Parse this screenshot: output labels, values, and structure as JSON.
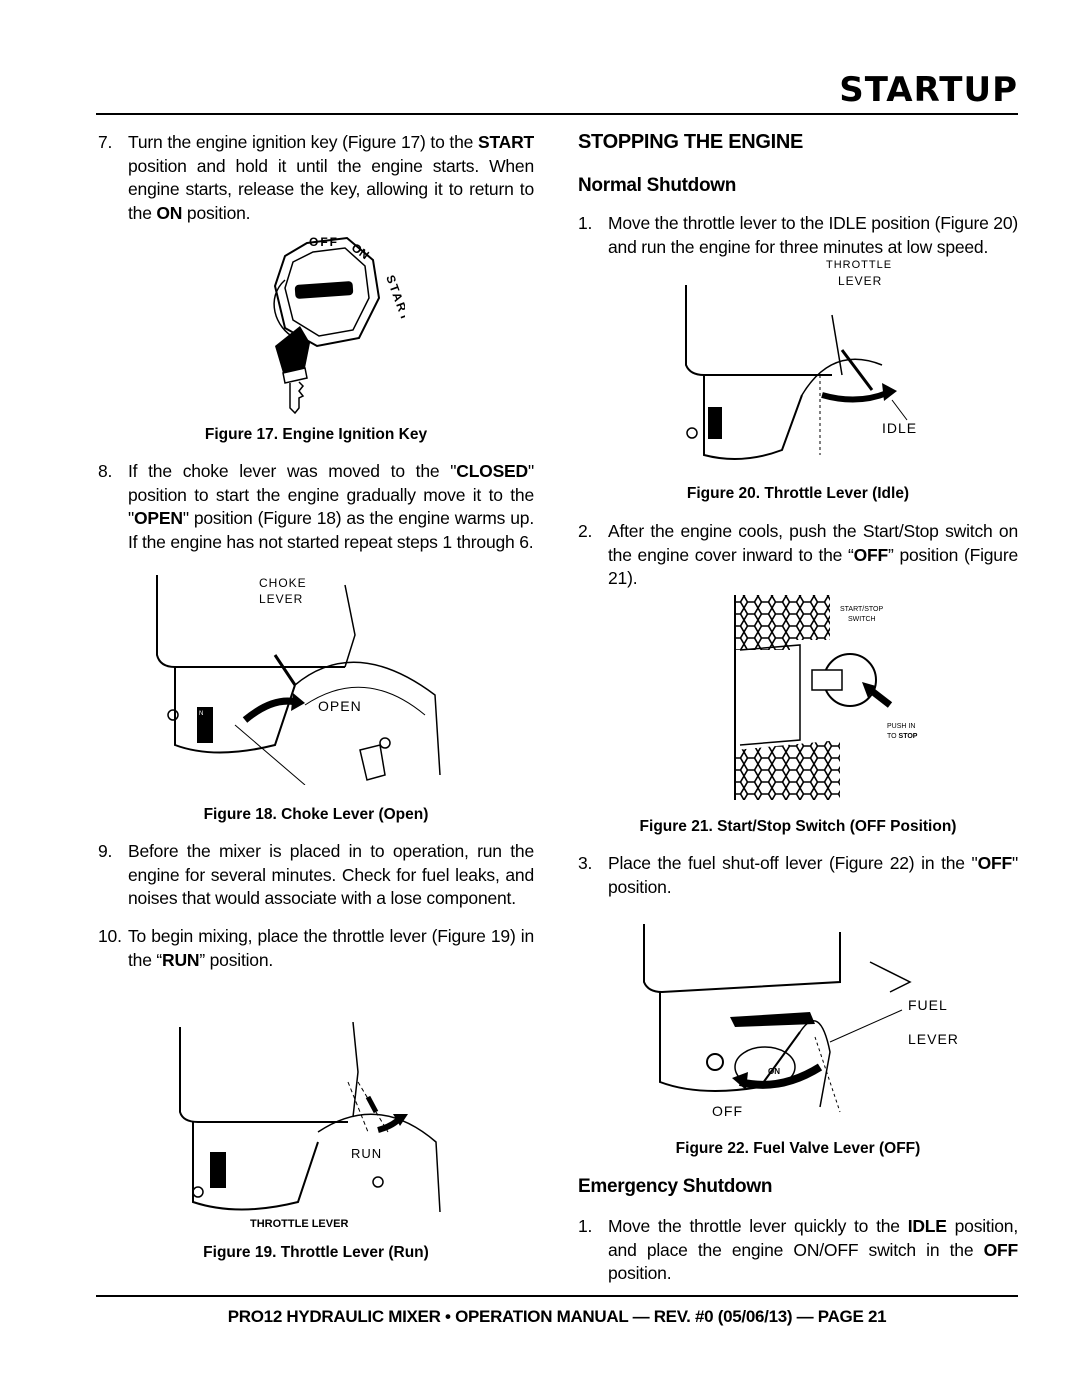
{
  "header": {
    "title": "STARTUP"
  },
  "left": {
    "step7": {
      "num": "7.",
      "t1": "Turn the engine ignition key (Figure 17) to the ",
      "b1": "START",
      "t2": " position and hold it until the engine starts. When engine starts, release the key, allowing it to return to the ",
      "b2": "ON",
      "t3": " position."
    },
    "fig17": {
      "caption": "Figure 17. Engine Ignition Key",
      "labels": {
        "off": "OFF",
        "on": "ON",
        "start": "START"
      }
    },
    "step8": {
      "num": "8.",
      "t1": "If the choke lever was moved to the \"",
      "b1": "CLOSED",
      "t2": "\" position to start the engine gradually move it to the \"",
      "b2": "OPEN",
      "t3": "\" position (Figure 18) as the engine warms up. If the engine has not started repeat steps 1 through 6."
    },
    "fig18": {
      "caption": "Figure 18. Choke Lever (Open)",
      "labels": {
        "choke": "CHOKE",
        "lever": "LEVER",
        "open": "OPEN"
      }
    },
    "step9": {
      "num": "9.",
      "text": "Before the mixer is placed in to operation, run the engine for several minutes. Check for fuel leaks, and noises that would associate with a lose component."
    },
    "step10": {
      "num": "10.",
      "t1": "To begin mixing, place the throttle lever (Figure 19) in the “",
      "b1": "RUN",
      "t2": "” position."
    },
    "fig19": {
      "caption": "Figure 19. Throttle Lever (Run)",
      "labels": {
        "run": "RUN",
        "throttle_lever": "THROTTLE LEVER"
      }
    }
  },
  "right": {
    "section_title": "STOPPING THE ENGINE",
    "normal_title": "Normal Shutdown",
    "step1": {
      "num": "1.",
      "text": "Move the throttle lever to the IDLE position (Figure 20) and run the engine for three minutes at low speed."
    },
    "fig20": {
      "caption": "Figure 20. Throttle Lever (Idle)",
      "labels": {
        "throttle": "THROTTLE",
        "lever": "LEVER",
        "idle": "IDLE"
      }
    },
    "step2": {
      "num": "2.",
      "t1": "After the engine cools, push the Start/Stop switch on the engine cover inward to the “",
      "b1": "OFF",
      "t2": "” position (Figure 21)."
    },
    "fig21": {
      "caption": "Figure 21. Start/Stop Switch (OFF Position)",
      "labels": {
        "start_stop": "START/STOP",
        "switch": "SWITCH",
        "push_in": "PUSH IN",
        "to": "TO ",
        "stop": "STOP"
      }
    },
    "step3": {
      "num": "3.",
      "t1": "Place the fuel shut-off lever (Figure 22) in the \"",
      "b1": "OFF",
      "t2": "\" position."
    },
    "fig22": {
      "caption": "Figure 22. Fuel Valve Lever (OFF)",
      "labels": {
        "fuel": "FUEL",
        "lever": "LEVER",
        "off": "OFF",
        "on": "ON"
      }
    },
    "emergency_title": "Emergency Shutdown",
    "step_e1": {
      "num": "1.",
      "t1": "Move the throttle lever quickly to the ",
      "b1": "IDLE",
      "t2": " position, and place the engine ON/OFF switch in the ",
      "b2": "OFF",
      "t3": " position."
    }
  },
  "footer": {
    "text": "PRO12 HYDRAULIC MIXER • OPERATION MANUAL — REV. #0 (05/06/13) — PAGE 21"
  }
}
